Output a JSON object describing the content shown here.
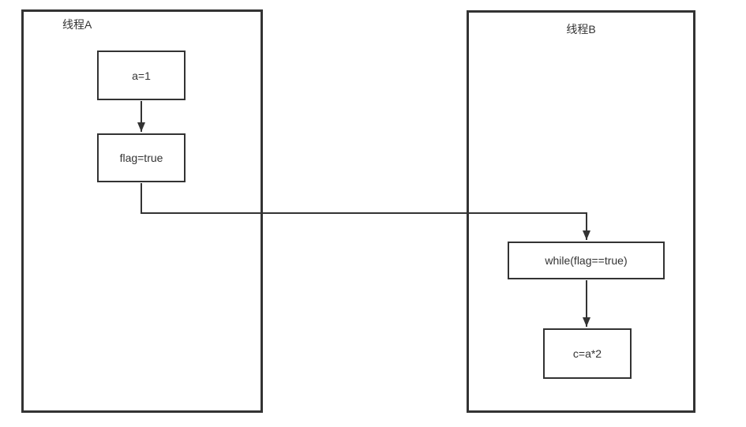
{
  "diagram": {
    "type": "flowchart",
    "colors": {
      "stroke": "#333333",
      "text": "#333333",
      "background": "#ffffff"
    },
    "containers": [
      {
        "id": "thread-a",
        "label": "线程A"
      },
      {
        "id": "thread-b",
        "label": "线程B"
      }
    ],
    "nodes": [
      {
        "id": "a-assign",
        "container": "thread-a",
        "label": "a=1"
      },
      {
        "id": "flag-assign",
        "container": "thread-a",
        "label": "flag=true"
      },
      {
        "id": "while-loop",
        "container": "thread-b",
        "label": "while(flag==true)"
      },
      {
        "id": "c-assign",
        "container": "thread-b",
        "label": "c=a*2"
      }
    ],
    "edges": [
      {
        "from": "a-assign",
        "to": "flag-assign",
        "arrow": "solid-triangle"
      },
      {
        "from": "flag-assign",
        "to": "while-loop",
        "arrow": "solid-triangle"
      },
      {
        "from": "while-loop",
        "to": "c-assign",
        "arrow": "solid-triangle"
      }
    ]
  }
}
